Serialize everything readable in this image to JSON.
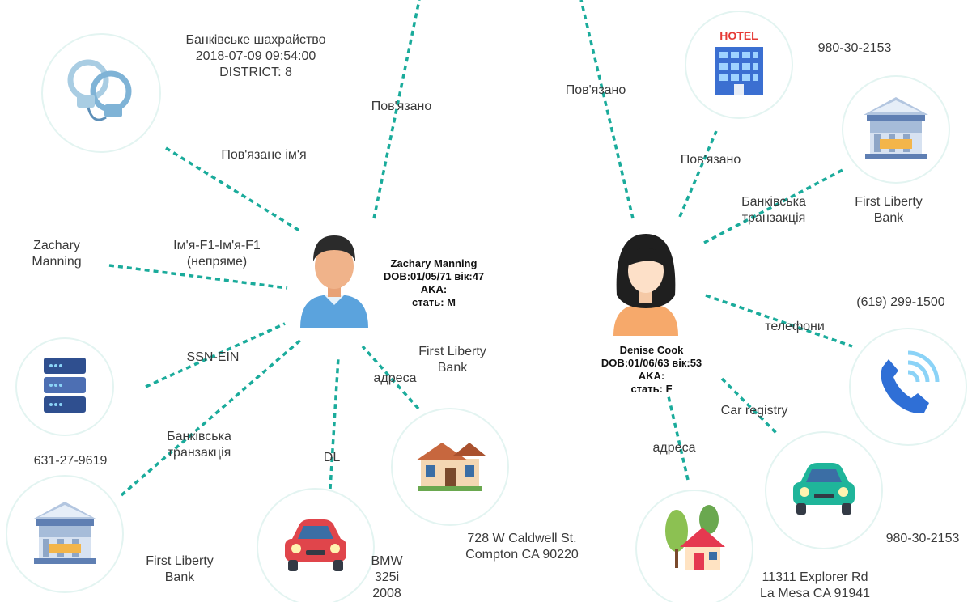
{
  "colors": {
    "edge": "#1aab9b",
    "ring": "#e3f4f1",
    "text": "#3a3a3a"
  },
  "persons": {
    "zachary": {
      "icon": "man-avatar-icon",
      "lines": [
        "Zachary Manning",
        "DOB:01/05/71 вік:47",
        "AKA:",
        "стать: M"
      ]
    },
    "denise": {
      "icon": "woman-avatar-icon",
      "lines": [
        "Denise Cook",
        "DOB:01/06/63 вік:53",
        "AKA:",
        "стать: F"
      ]
    }
  },
  "nodes": {
    "crime": {
      "icon": "handcuffs-icon",
      "lines": [
        "Банківське шахрайство",
        "2018-07-09 09:54:00",
        "DISTRICT: 8"
      ]
    },
    "zname": {
      "lines": [
        "Zachary",
        "Manning"
      ]
    },
    "ssn": {
      "icon": "server-icon",
      "lines": [
        "631-27-9619"
      ]
    },
    "zbank": {
      "icon": "bank-icon",
      "lines": [
        "First Liberty",
        "Bank"
      ]
    },
    "zcar": {
      "icon": "car-icon",
      "lines": [
        "BMW",
        "325i",
        "2008"
      ]
    },
    "zhouse": {
      "icon": "house-icon",
      "lines": [
        "728 W Caldwell St.",
        "Compton CA 90220"
      ]
    },
    "zbanklabel": {
      "lines": [
        "First Liberty",
        "Bank"
      ]
    },
    "hotel": {
      "icon": "hotel-icon",
      "lines": [
        "980-30-2153"
      ]
    },
    "dbank": {
      "icon": "bank-icon",
      "lines": [
        "First Liberty",
        "Bank"
      ]
    },
    "phone": {
      "icon": "phone-icon",
      "lines": [
        "(619) 299-1500"
      ]
    },
    "dcar": {
      "icon": "car-icon",
      "lines": [
        "980-30-2153"
      ]
    },
    "dhouse": {
      "icon": "house-icon",
      "lines": [
        "11311 Explorer Rd",
        "La Mesa CA 91941"
      ]
    }
  },
  "edges": {
    "crime": "Пов'язане ім'я",
    "top": "Пов'язано",
    "zname": [
      "Ім'я-F1-Ім'я-F1",
      "(непряме)"
    ],
    "ssn": "SSN-EIN",
    "zbank": [
      "Банківська",
      "транзакція"
    ],
    "zcar": "DL",
    "zhouse": "адреса",
    "dtop": "Пов'язано",
    "hotel": "Пов'язано",
    "dbank": [
      "Банківська",
      "транзакція"
    ],
    "phone": "телефони",
    "dcar": "Car registry",
    "dhouse": "адреса"
  }
}
